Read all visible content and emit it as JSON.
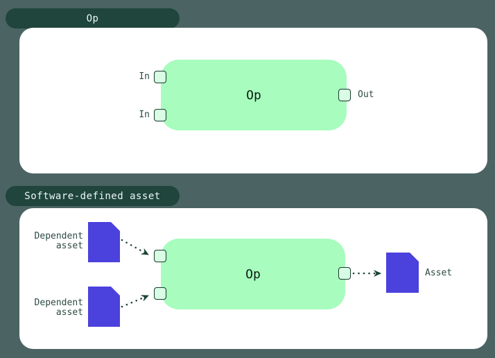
{
  "diagram": {
    "op_section": {
      "tab_label": "Op",
      "op_node": {
        "label": "Op"
      },
      "in_labels": [
        "In",
        "In"
      ],
      "out_label": "Out"
    },
    "sda_section": {
      "tab_label": "Software-defined asset",
      "op_node": {
        "label": "Op"
      },
      "dependent_assets": [
        {
          "label": "Dependent\nasset"
        },
        {
          "label": "Dependent\nasset"
        }
      ],
      "output_asset": {
        "label": "Asset"
      }
    },
    "colors": {
      "page_background": "#4b6363",
      "tab_background": "#1f453c",
      "tab_text": "#eef7f2",
      "card_background": "#ffffff",
      "op_node_fill": "#a8fcbe",
      "op_node_text": "#0b1e15",
      "handle_fill": "#d9fce4",
      "handle_border": "#16382c",
      "asset_document_fill": "#4b41dc",
      "label_text": "#2e4a44",
      "arrow": "#1c4436"
    }
  }
}
